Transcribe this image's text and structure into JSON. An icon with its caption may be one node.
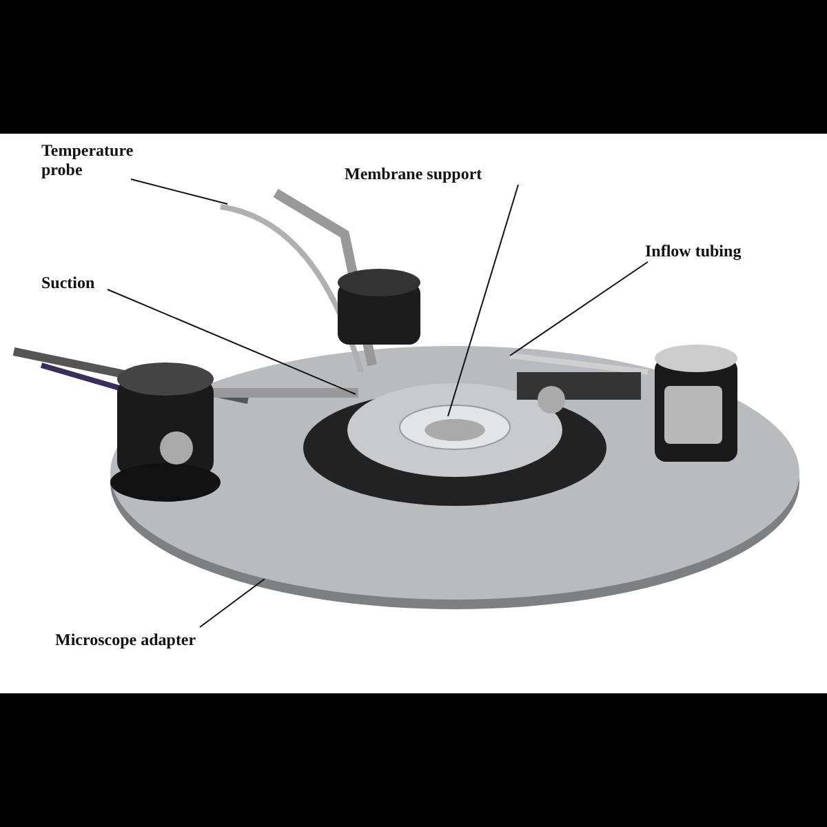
{
  "diagram": {
    "nodes": [
      {
        "text": [
          "Temperature probe"
        ]
      },
      {
        "text": [
          "Membrane support"
        ]
      },
      {
        "text": [
          "Inflow tubing"
        ]
      },
      {
        "text": [
          "Suction"
        ]
      },
      {
        "text": [
          "Microscope adapter"
        ]
      }
    ],
    "edges": [
      {
        "from": 0,
        "to": null,
        "arrow": "none"
      },
      {
        "from": 1,
        "to": null,
        "arrow": "none"
      },
      {
        "from": 2,
        "to": null,
        "arrow": "none"
      },
      {
        "from": 3,
        "to": null,
        "arrow": "none"
      },
      {
        "from": 4,
        "to": null,
        "arrow": "none"
      }
    ]
  }
}
